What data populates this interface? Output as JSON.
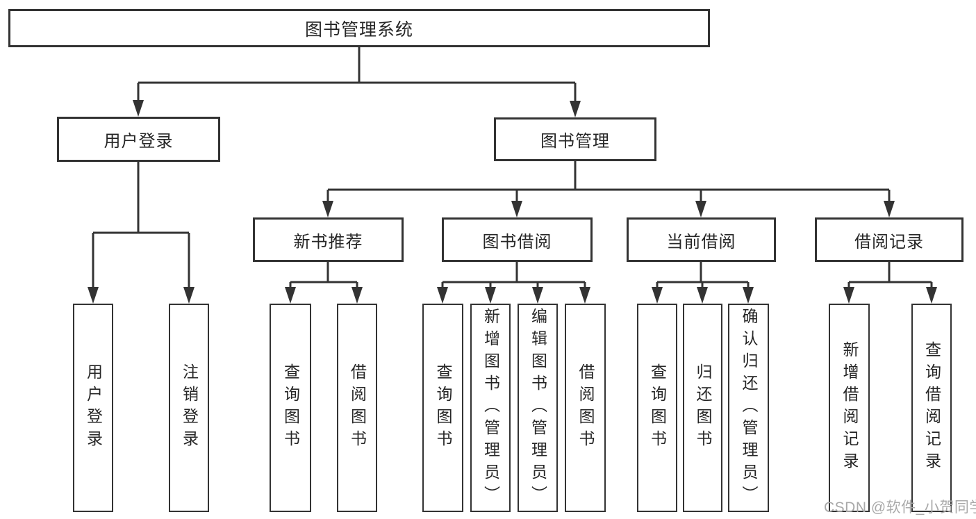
{
  "tree": {
    "root": {
      "label": "图书管理系统"
    },
    "branches": [
      {
        "label": "用户登录",
        "children": [
          {
            "label": "用户登录"
          },
          {
            "label": "注销登录"
          }
        ]
      },
      {
        "label": "图书管理",
        "children": [
          {
            "label": "新书推荐",
            "children": [
              {
                "label": "查询图书"
              },
              {
                "label": "借阅图书"
              }
            ]
          },
          {
            "label": "图书借阅",
            "children": [
              {
                "label": "查询图书"
              },
              {
                "label": "新增图书（管理员）"
              },
              {
                "label": "编辑图书（管理员）"
              },
              {
                "label": "借阅图书"
              }
            ]
          },
          {
            "label": "当前借阅",
            "children": [
              {
                "label": "查询图书"
              },
              {
                "label": "归还图书"
              },
              {
                "label": "确认归还（管理员）"
              }
            ]
          },
          {
            "label": "借阅记录",
            "children": [
              {
                "label": "新增借阅记录"
              },
              {
                "label": "查询借阅记录"
              }
            ]
          }
        ]
      }
    ]
  },
  "watermark": {
    "text": "CSDN @软件_小贺同学",
    "color": "#a9a9a9"
  },
  "colors": {
    "line": "#333333",
    "text": "#262626",
    "background": "#ffffff"
  }
}
